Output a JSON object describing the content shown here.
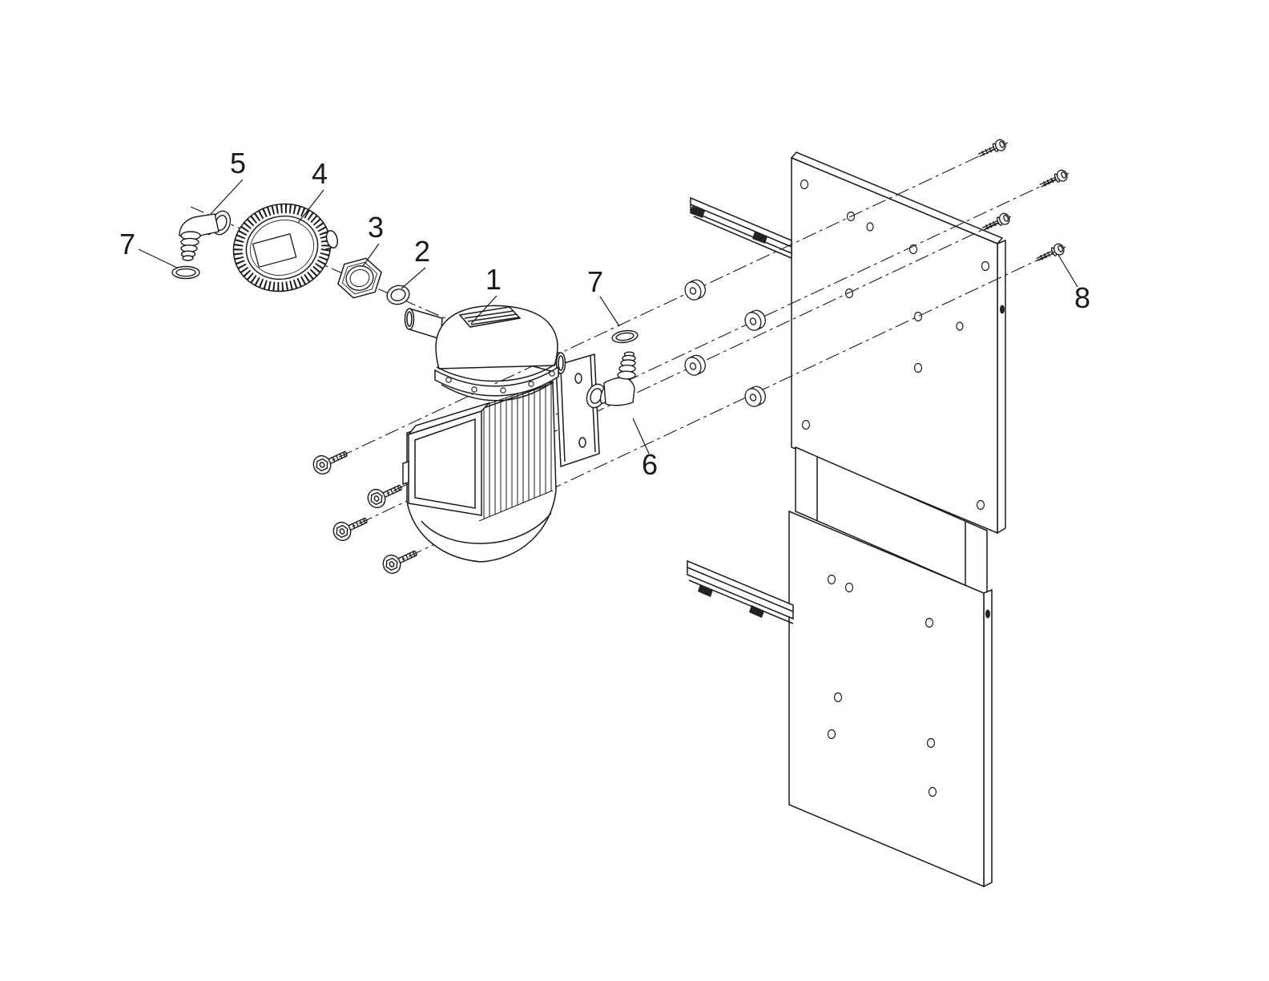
{
  "diagram": {
    "type": "exploded-parts-diagram",
    "background": "#ffffff",
    "line_color": "#1a1a1a",
    "callouts": [
      {
        "label": "1"
      },
      {
        "label": "2"
      },
      {
        "label": "3"
      },
      {
        "label": "4"
      },
      {
        "label": "5"
      },
      {
        "label": "6"
      },
      {
        "label": "7"
      },
      {
        "label": "7"
      },
      {
        "label": "8"
      }
    ]
  }
}
